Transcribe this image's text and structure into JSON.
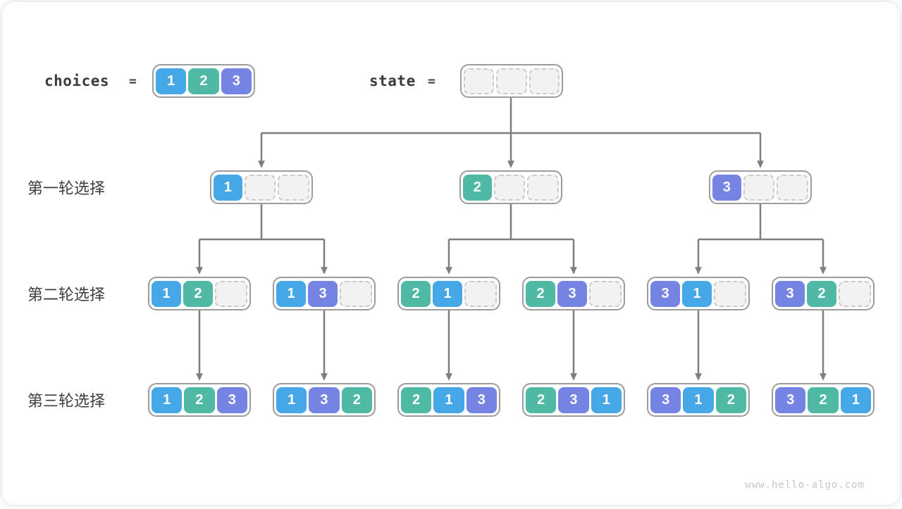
{
  "header": {
    "choices_label": "choices",
    "equals": "=",
    "choices_values": [
      "1",
      "2",
      "3"
    ],
    "state_label": "state",
    "state_slots": 3
  },
  "rows": [
    {
      "label": "第一轮选择",
      "nodes": [
        [
          "1",
          "",
          ""
        ],
        [
          "2",
          "",
          ""
        ],
        [
          "3",
          "",
          ""
        ]
      ]
    },
    {
      "label": "第二轮选择",
      "nodes": [
        [
          "1",
          "2",
          ""
        ],
        [
          "1",
          "3",
          ""
        ],
        [
          "2",
          "1",
          ""
        ],
        [
          "2",
          "3",
          ""
        ],
        [
          "3",
          "1",
          ""
        ],
        [
          "3",
          "2",
          ""
        ]
      ]
    },
    {
      "label": "第三轮选择",
      "nodes": [
        [
          "1",
          "2",
          "3"
        ],
        [
          "1",
          "3",
          "2"
        ],
        [
          "2",
          "1",
          "3"
        ],
        [
          "2",
          "3",
          "1"
        ],
        [
          "3",
          "1",
          "2"
        ],
        [
          "3",
          "2",
          "1"
        ]
      ]
    }
  ],
  "colors": {
    "value_1": "#45a7e6",
    "value_2": "#4fb9a6",
    "value_3": "#7583e2",
    "connector": "#7e7e7e",
    "node_border": "#9c9c9c",
    "empty_fill": "#f2f2f2",
    "empty_border": "#cbcbcb",
    "text": "#3b3b3b"
  },
  "watermark": "www.hello-algo.com"
}
